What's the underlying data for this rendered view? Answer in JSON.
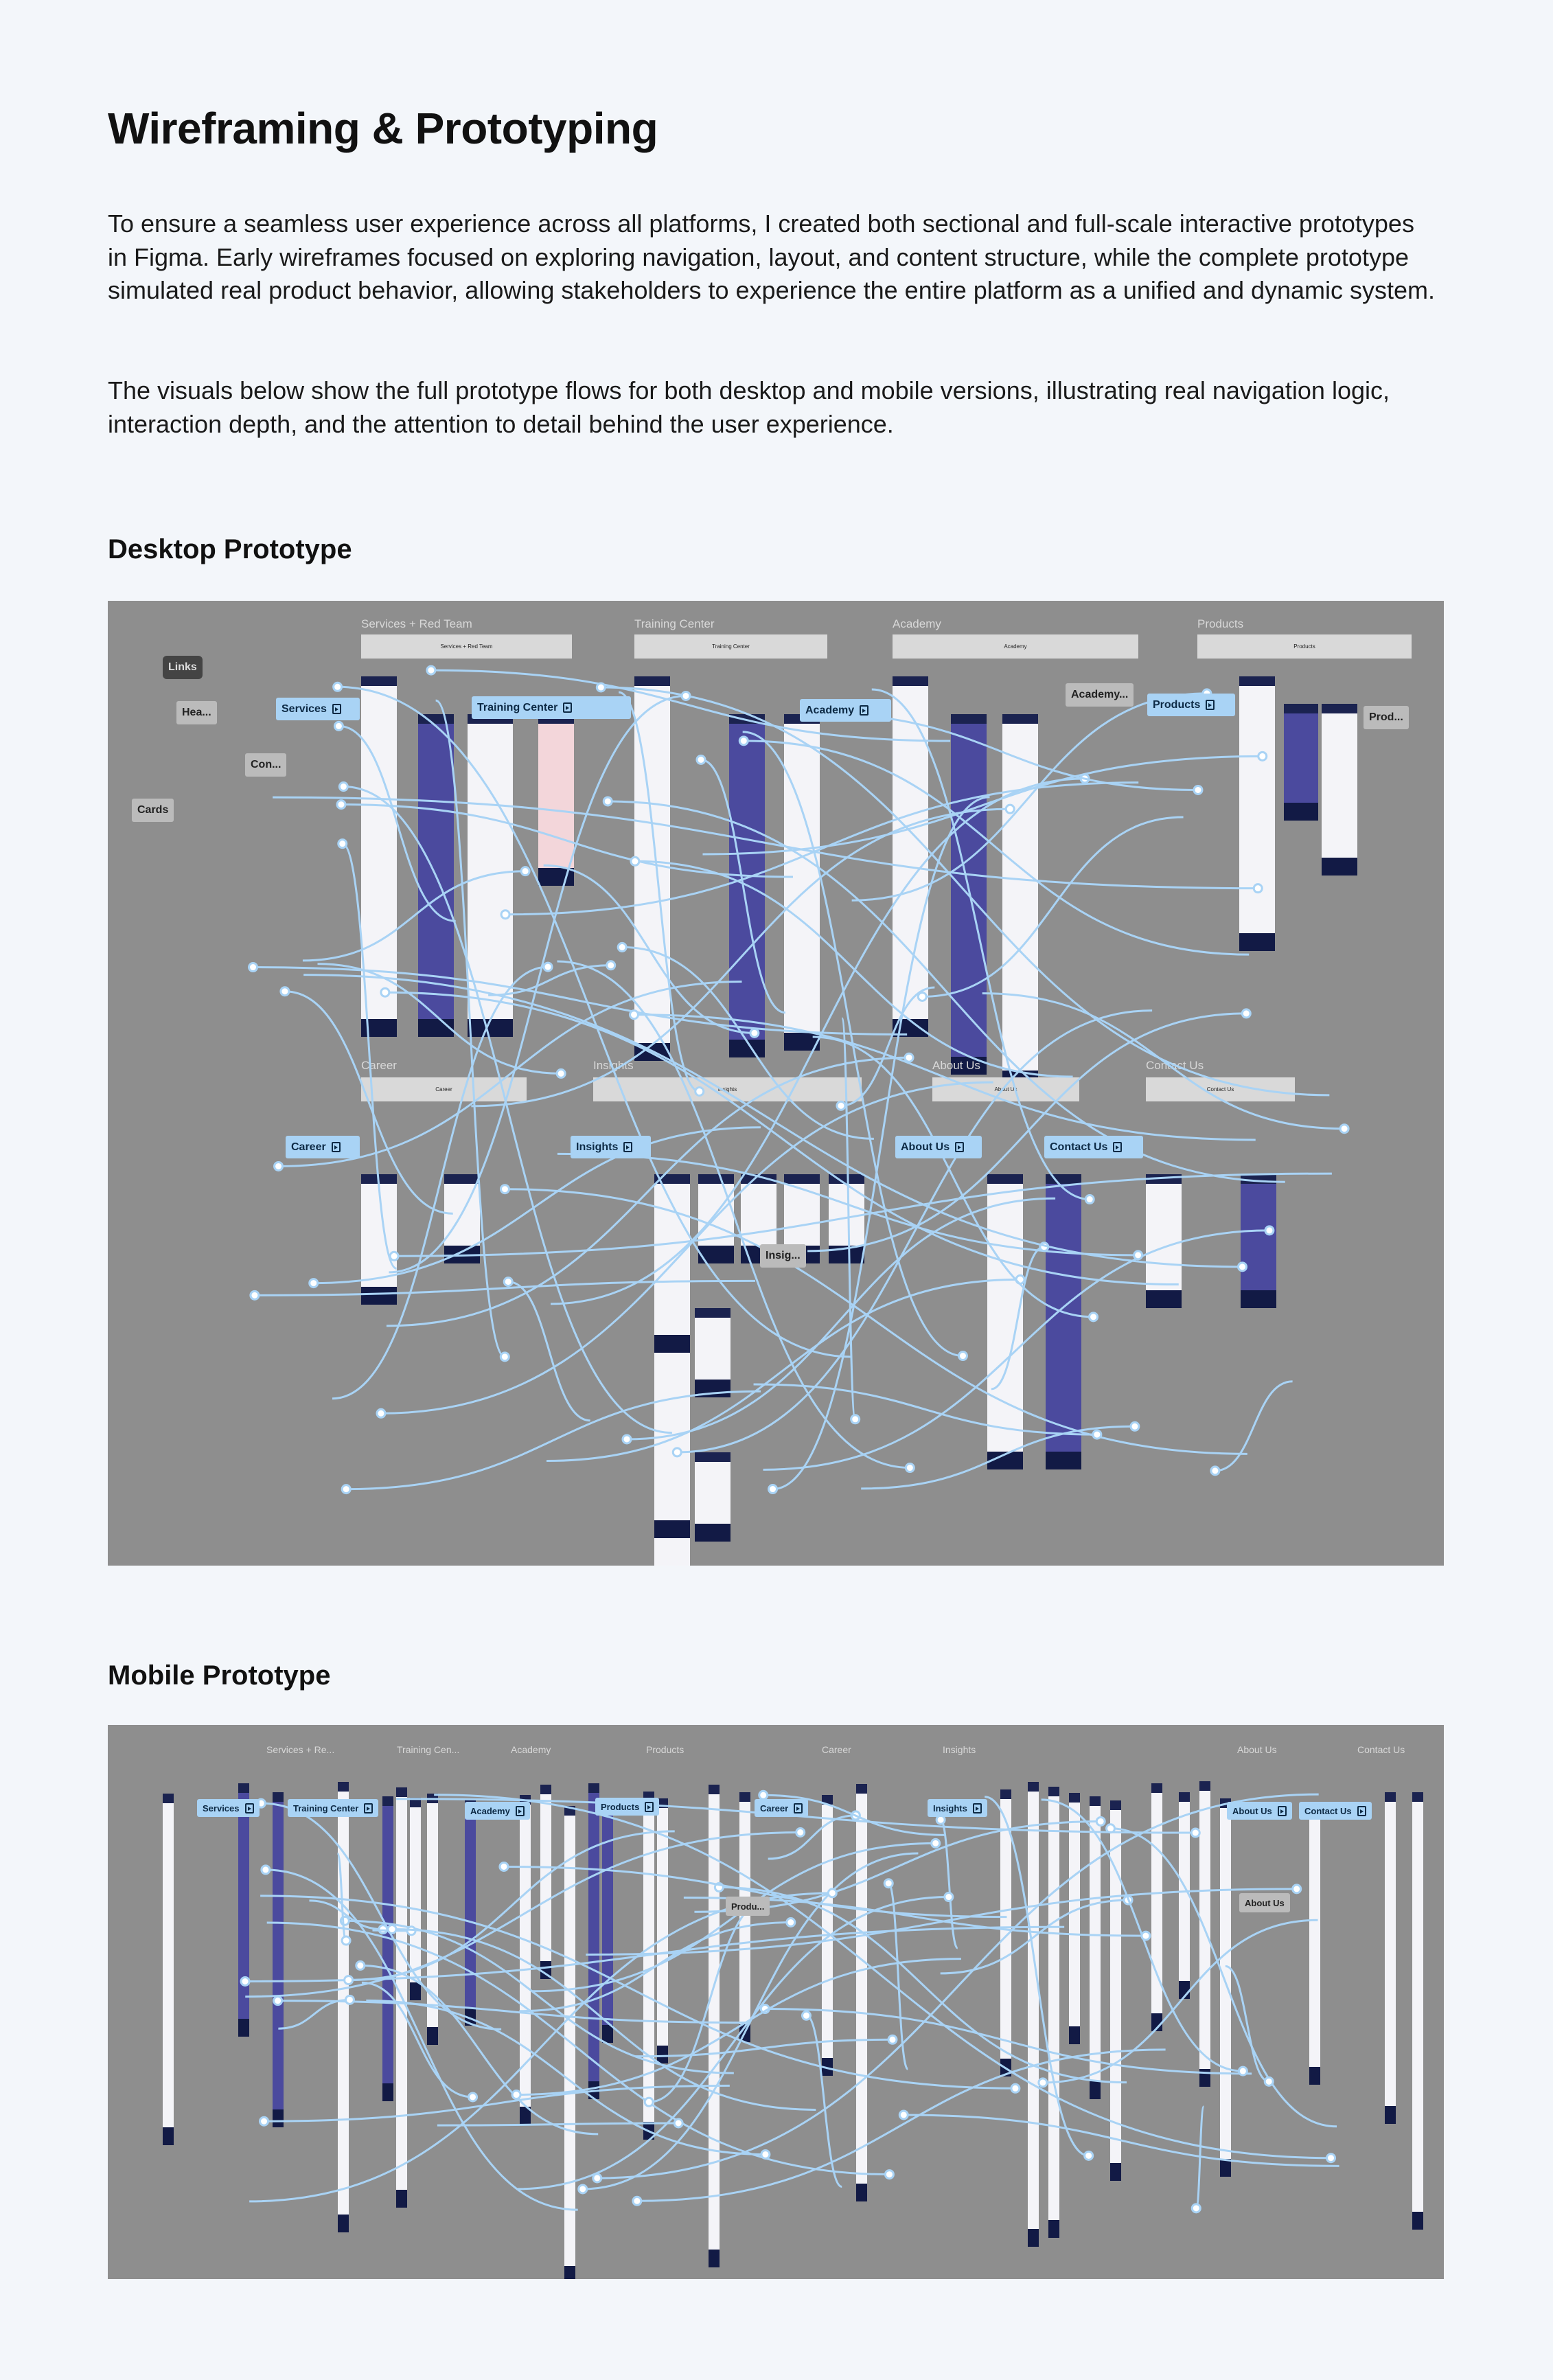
{
  "title": "Wireframing & Prototyping",
  "paragraphs": [
    "To ensure a seamless user experience across all platforms, I created both sectional and full-scale interactive prototypes in Figma. Early wireframes focused on exploring navigation, layout, and content structure, while the complete prototype simulated real product behavior, allowing stakeholders to experience the entire platform as a unified and dynamic system.",
    "The visuals below show the full prototype flows for both desktop and mobile versions, illustrating real navigation logic, interaction depth, and the attention to detail behind the user experience."
  ],
  "desktop": {
    "heading": "Desktop Prototype",
    "sections": [
      "Services + Red Team",
      "Training Center",
      "Academy",
      "Products",
      "Career",
      "Insights",
      "About Us",
      "Contact Us"
    ],
    "section_bars": [
      "Services + Red Team",
      "Training Center",
      "Academy",
      "Products",
      "Career",
      "Insights",
      "About Us",
      "Contact Us"
    ],
    "flows": [
      "Services",
      "Training Center",
      "Academy",
      "Products",
      "Career",
      "Insights",
      "About Us",
      "Contact Us"
    ],
    "misc_labels": [
      "Links",
      "Hea...",
      "Cards",
      "Con...",
      "Academy...",
      "Prod...",
      "Insig..."
    ]
  },
  "mobile": {
    "heading": "Mobile Prototype",
    "sections": [
      "Services + Re...",
      "Training Cen...",
      "Academy",
      "Products",
      "Career",
      "Insights",
      "About Us",
      "Contact Us"
    ],
    "flows": [
      "Services",
      "Training Center",
      "Academy",
      "Products",
      "Career",
      "Insights",
      "About Us",
      "Contact Us"
    ],
    "misc_labels": [
      "Produ...",
      "About Us"
    ]
  },
  "colors": {
    "page_bg": "#f3f6fa",
    "canvas": "#8e8e8e",
    "flow_chip": "#a9d3f5",
    "connector": "#a9d3f5",
    "hotspot": "#d9b8ff"
  }
}
